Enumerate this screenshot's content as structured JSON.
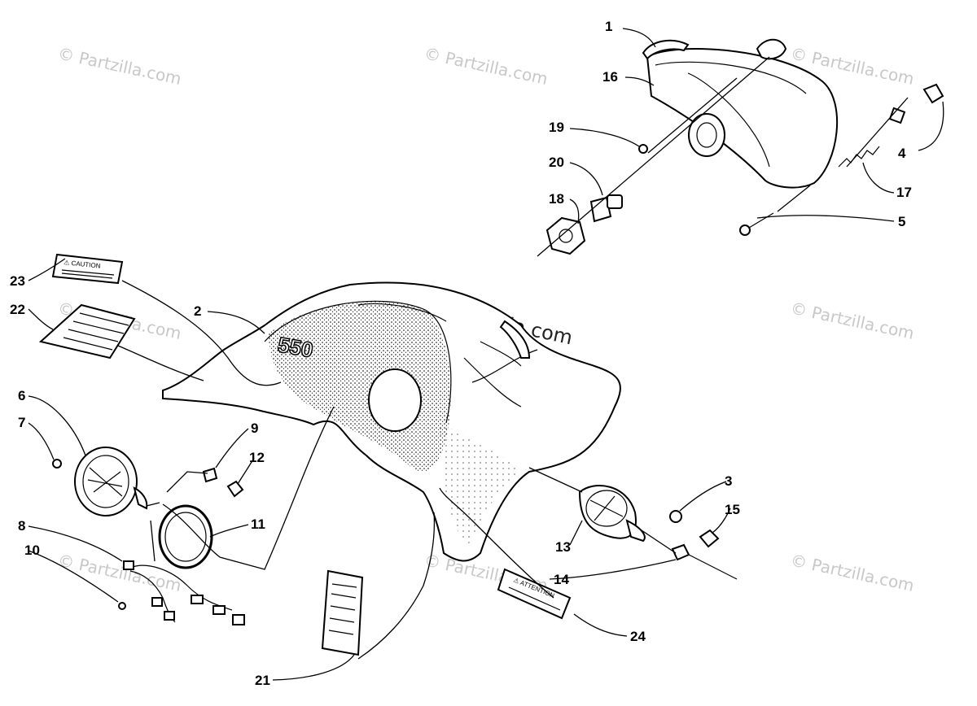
{
  "watermark": {
    "main_text": "© Partzilla.com",
    "text": "© Partzilla.com"
  },
  "decal_text": {
    "caution": "⚠ CAUTION",
    "attention": "⚠ ATTENTION",
    "hood_badge": "550"
  },
  "callouts": [
    {
      "id": "1",
      "label": "1"
    },
    {
      "id": "16",
      "label": "16"
    },
    {
      "id": "19",
      "label": "19"
    },
    {
      "id": "20",
      "label": "20"
    },
    {
      "id": "18",
      "label": "18"
    },
    {
      "id": "4",
      "label": "4"
    },
    {
      "id": "17",
      "label": "17"
    },
    {
      "id": "5",
      "label": "5"
    },
    {
      "id": "23",
      "label": "23"
    },
    {
      "id": "22",
      "label": "22"
    },
    {
      "id": "2",
      "label": "2"
    },
    {
      "id": "6",
      "label": "6"
    },
    {
      "id": "7",
      "label": "7"
    },
    {
      "id": "9",
      "label": "9"
    },
    {
      "id": "12",
      "label": "12"
    },
    {
      "id": "11",
      "label": "11"
    },
    {
      "id": "8",
      "label": "8"
    },
    {
      "id": "10",
      "label": "10"
    },
    {
      "id": "3",
      "label": "3"
    },
    {
      "id": "15",
      "label": "15"
    },
    {
      "id": "13",
      "label": "13"
    },
    {
      "id": "14",
      "label": "14"
    },
    {
      "id": "24",
      "label": "24"
    },
    {
      "id": "21",
      "label": "21"
    }
  ]
}
